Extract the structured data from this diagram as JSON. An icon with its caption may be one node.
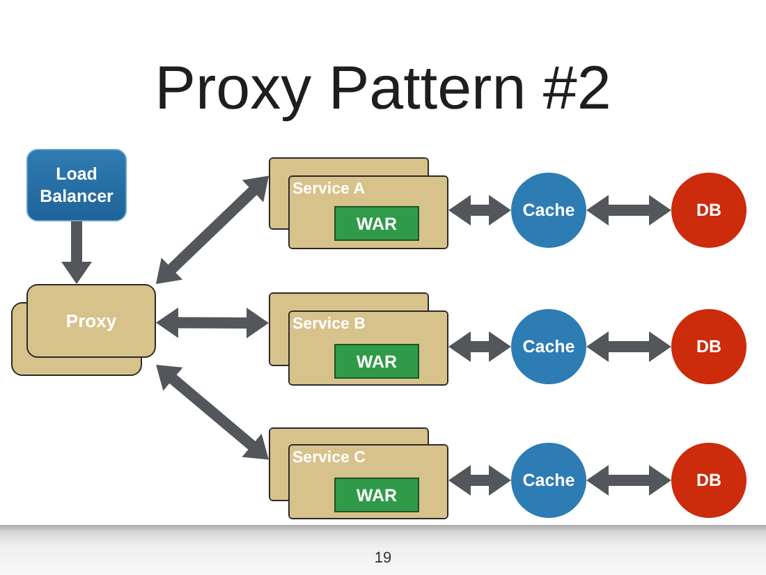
{
  "diagram": {
    "title": "Proxy Pattern #2",
    "nodes": [
      {
        "text": [
          "Load Balancer"
        ]
      },
      {
        "text": [
          "Proxy"
        ]
      },
      {
        "text": [
          "Service A"
        ]
      },
      {
        "text": [
          "WAR"
        ],
        "in": 2
      },
      {
        "text": [
          "Cache"
        ]
      },
      {
        "text": [
          "DB"
        ]
      },
      {
        "text": [
          "Service B"
        ]
      },
      {
        "text": [
          "WAR"
        ],
        "in": 6
      },
      {
        "text": [
          "Cache"
        ]
      },
      {
        "text": [
          "DB"
        ]
      },
      {
        "text": [
          "Service C"
        ]
      },
      {
        "text": [
          "WAR"
        ],
        "in": 10
      },
      {
        "text": [
          "Cache"
        ]
      },
      {
        "text": [
          "DB"
        ]
      }
    ],
    "edges": [
      {
        "from": 0,
        "to": 1,
        "arrow": "to"
      },
      {
        "from": 1,
        "to": 2,
        "arrow": "both"
      },
      {
        "from": 1,
        "to": 6,
        "arrow": "both"
      },
      {
        "from": 1,
        "to": 10,
        "arrow": "both"
      },
      {
        "from": 2,
        "to": 4,
        "arrow": "both"
      },
      {
        "from": 4,
        "to": 5,
        "arrow": "both"
      },
      {
        "from": 6,
        "to": 8,
        "arrow": "both"
      },
      {
        "from": 8,
        "to": 9,
        "arrow": "both"
      },
      {
        "from": 10,
        "to": 12,
        "arrow": "both"
      },
      {
        "from": 12,
        "to": 13,
        "arrow": "both"
      }
    ],
    "labels": [
      "19"
    ]
  }
}
